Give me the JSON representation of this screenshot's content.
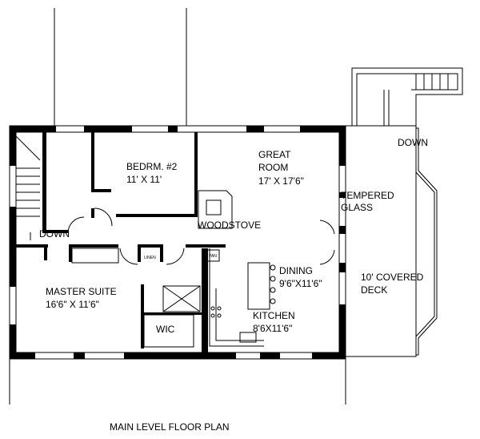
{
  "title": "MAIN LEVEL FLOOR PLAN",
  "rooms": {
    "bedroom2": {
      "name": "BEDRM. #2",
      "size": "11' X 11'"
    },
    "great_room": {
      "name1": "GREAT",
      "name2": "ROOM",
      "size": "17' X 17'6\""
    },
    "dining": {
      "name": "DINING",
      "size": "9'6\"X11'6\""
    },
    "kitchen": {
      "name": "KITCHEN",
      "size": "8'6X11'6\""
    },
    "master": {
      "name": "MASTER SUITE",
      "size": "16'6\" X 11'6\""
    },
    "wic": {
      "name": "WIC"
    },
    "deck": {
      "name1": "10' COVERED",
      "name2": "DECK"
    }
  },
  "labels": {
    "tempered1": "TEMPERED",
    "tempered2": "GLASS",
    "woodstove": "WOODSTOVE",
    "down_stairs": "DOWN",
    "down_deck": "DOWN",
    "linen": "LINEN",
    "pan": "PAN"
  }
}
